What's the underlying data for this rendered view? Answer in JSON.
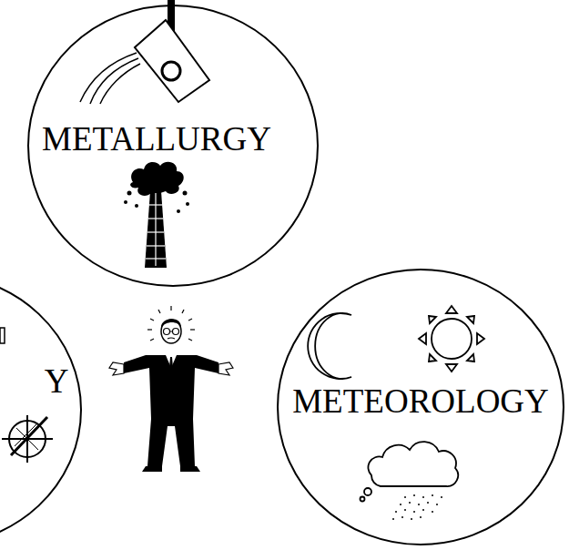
{
  "diagram": {
    "nodes": [
      {
        "text": [
          "METALLURGY"
        ]
      },
      {
        "text": [
          "Y"
        ]
      },
      {
        "text": [
          "METEOROLOGY"
        ]
      }
    ]
  }
}
